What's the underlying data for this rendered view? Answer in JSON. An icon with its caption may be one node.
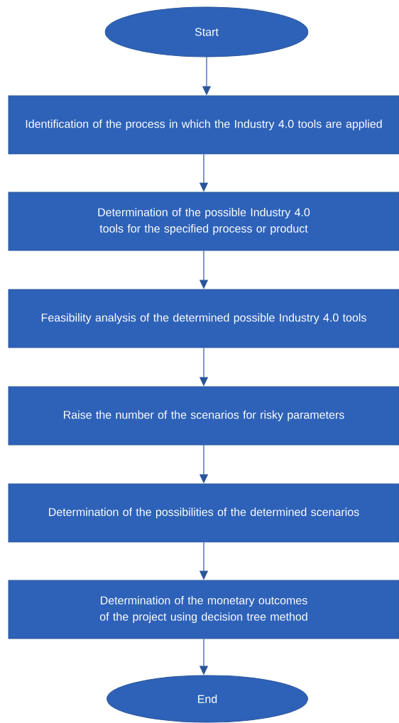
{
  "diagram": {
    "nodes": [
      {
        "text": [
          "Start"
        ]
      },
      {
        "text": [
          "Identification of the process in which the Industry 4.0 tools are applied"
        ]
      },
      {
        "text": [
          "Determination of the possible Industry 4.0 tools for the specified process or product"
        ]
      },
      {
        "text": [
          "Feasibility analysis of the determined possible Industry 4.0 tools"
        ]
      },
      {
        "text": [
          "Raise the number of the scenarios for risky parameters"
        ]
      },
      {
        "text": [
          "Determination of the possibilities of the determined scenarios"
        ]
      },
      {
        "text": [
          "Determination of the monetary outcomes of the project using decision tree method"
        ]
      },
      {
        "text": [
          "End"
        ]
      }
    ],
    "edges": [
      {
        "from": 0,
        "to": 1,
        "arrow": "to"
      },
      {
        "from": 1,
        "to": 2,
        "arrow": "to"
      },
      {
        "from": 2,
        "to": 3,
        "arrow": "to"
      },
      {
        "from": 3,
        "to": 4,
        "arrow": "to"
      },
      {
        "from": 4,
        "to": 5,
        "arrow": "to"
      },
      {
        "from": 5,
        "to": 6,
        "arrow": "to"
      },
      {
        "from": 6,
        "to": 7,
        "arrow": "to"
      }
    ]
  }
}
